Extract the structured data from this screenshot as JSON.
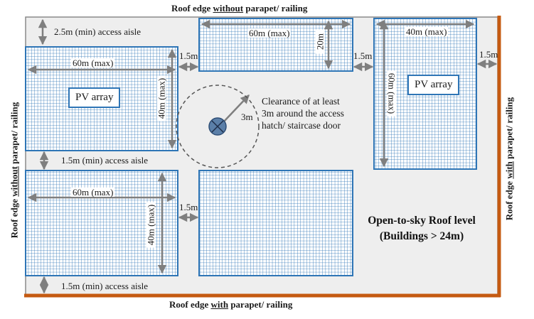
{
  "edges": {
    "top": {
      "prefix": "Roof edge ",
      "emph": "without",
      "suffix": " parapet/ railing"
    },
    "bottom": {
      "prefix": "Roof edge ",
      "emph": "with",
      "suffix": " parapet/ railing"
    },
    "left": {
      "prefix": "Roof edge ",
      "emph": "without",
      "suffix": " parapet/ railing"
    },
    "right": {
      "prefix": "Roof edge ",
      "emph": "with",
      "suffix": " parapet/ railing"
    }
  },
  "arrays": {
    "top_left": {
      "label": "PV array",
      "width_label": "60m (max)",
      "height_label": "40m (max)"
    },
    "top_center": {
      "width_label": "60m (max)",
      "height_label": "20m"
    },
    "top_right": {
      "label": "PV array",
      "width_label": "40m (max)",
      "height_label": "60m (max)"
    },
    "bottom_left": {
      "width_label": "60m (max)",
      "height_label": "40m (max)"
    },
    "bottom_center": {}
  },
  "aisles": {
    "top": "2.5m (min) access aisle",
    "middle": "1.5m (min) access aisle",
    "bottom": "1.5m (min) access aisle"
  },
  "gaps": {
    "g1": "1.5m",
    "g2": "1.5m",
    "g3": "1.5m",
    "g4": "1.5m"
  },
  "hatch": {
    "radius_label": "3m",
    "note_lines": [
      "Clearance of at least",
      "3m around the access",
      "hatch/ staircase door"
    ]
  },
  "roof_title": [
    "Open-to-sky Roof level",
    "(Buildings > 24m)"
  ],
  "colors": {
    "roof_fill": "#eeeeee",
    "roof_outline": "#8a8a8a",
    "parapet": "#c55a11",
    "grid_line": "#2e75b6",
    "array_fill": "#ffffff",
    "dim_line": "#7f7f7f",
    "hatch_fill": "#5b7fa8"
  }
}
